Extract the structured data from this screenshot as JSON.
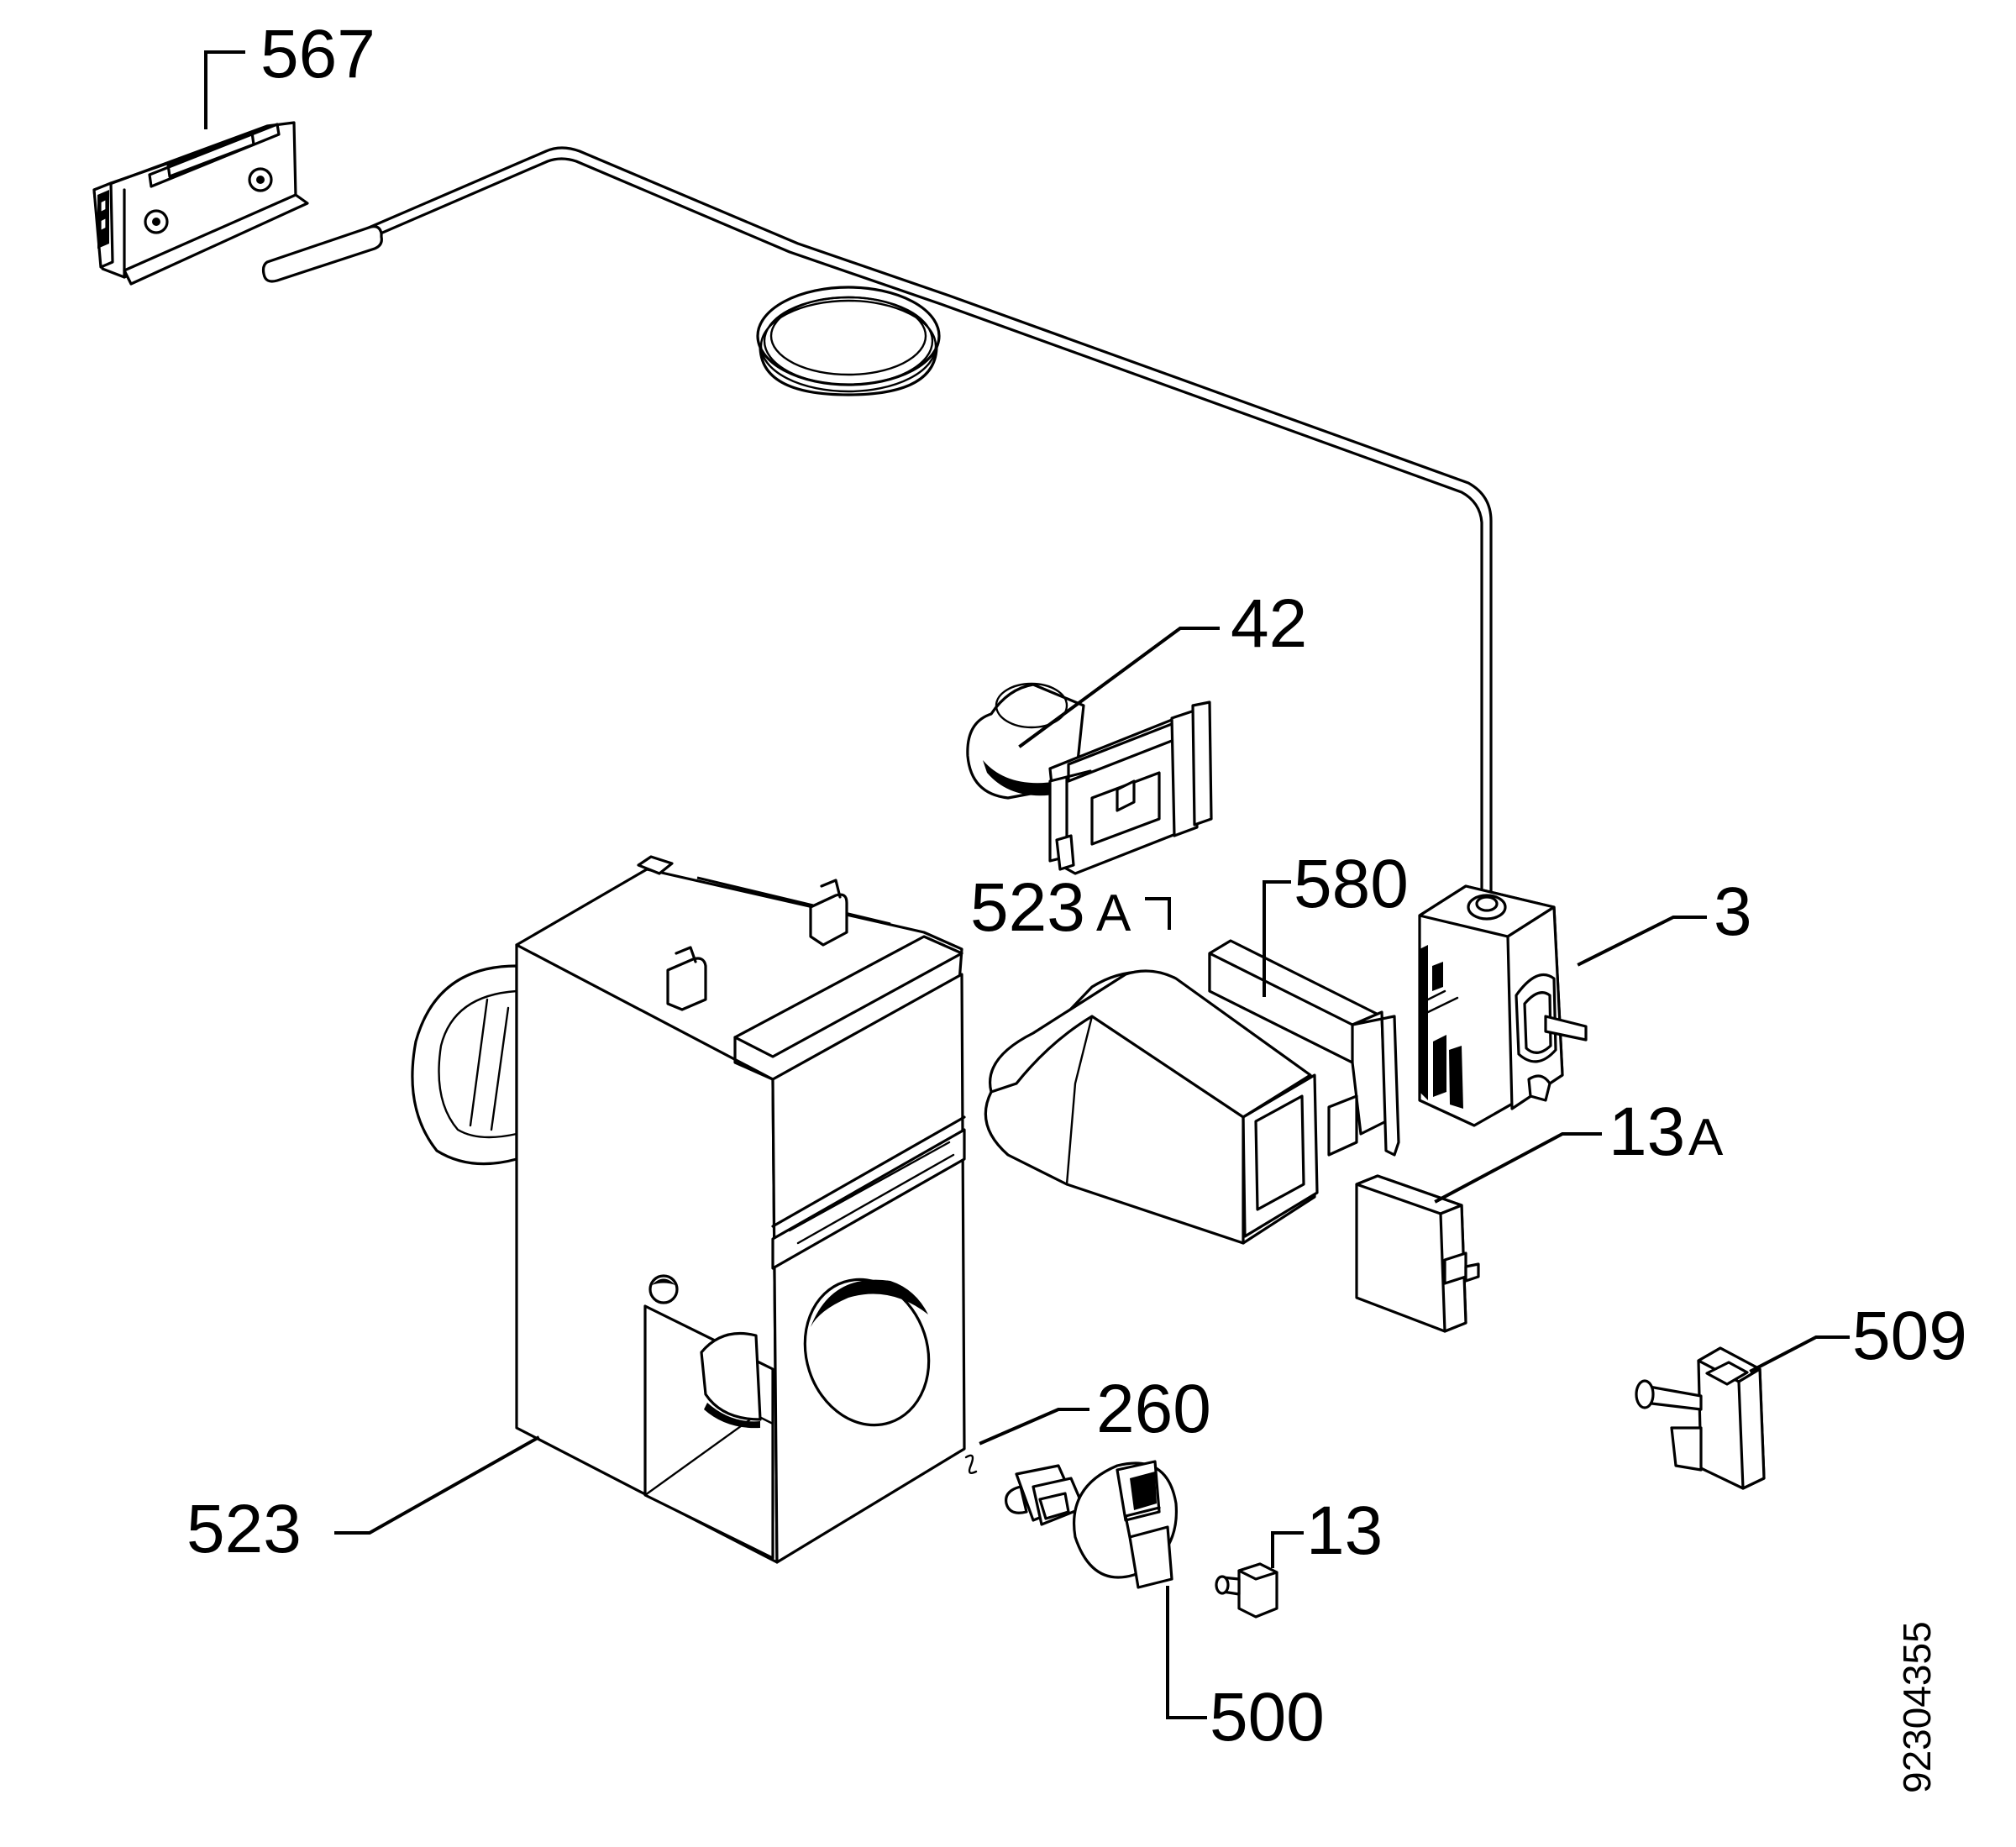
{
  "labels": {
    "p567": "567",
    "p42": "42",
    "p580": "580",
    "p523A_num": "523",
    "p523A_suffix": "A",
    "p3": "3",
    "p13A_num": "13",
    "p13A_suffix": "A",
    "p509": "509",
    "p260": "260",
    "p523": "523",
    "p13": "13",
    "p500": "500"
  },
  "document_number": "92304355"
}
